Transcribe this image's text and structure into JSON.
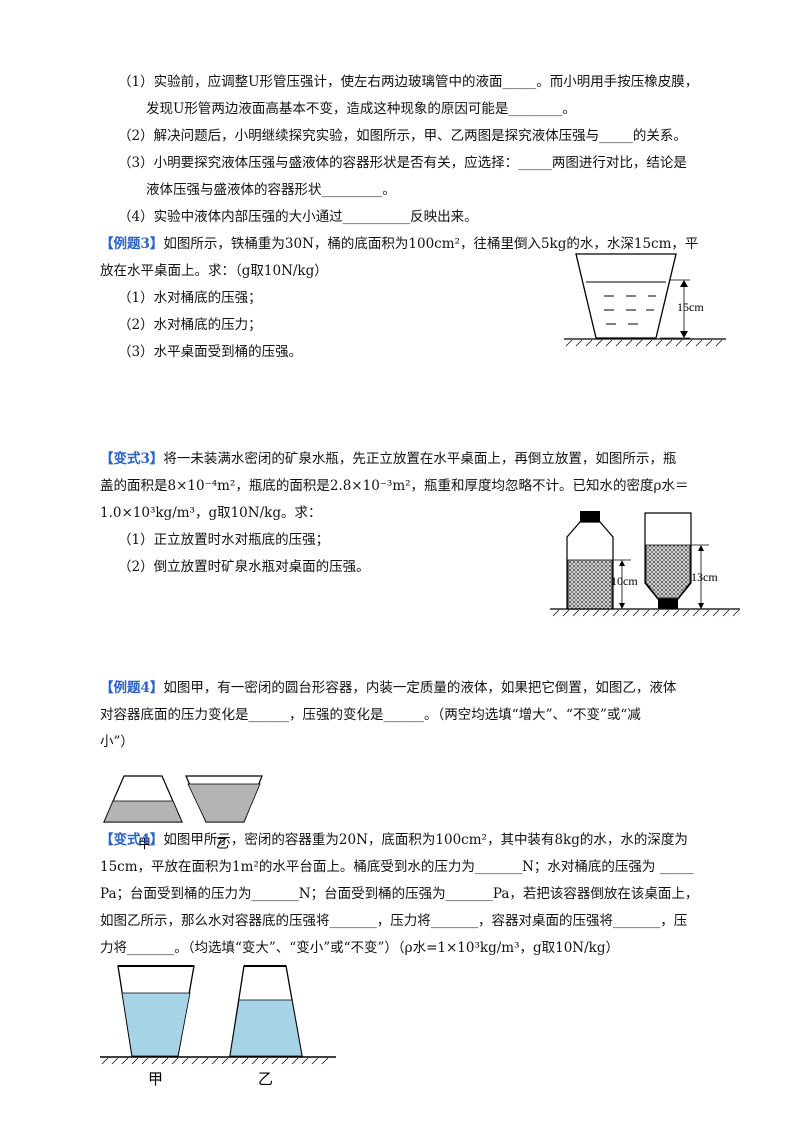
{
  "q1": {
    "l1": "（1）实验前，应调整U形管压强计，使左右两边玻璃管中的液面_____。而小明用手按压橡皮膜，",
    "l2": "发现U形管两边液面高基本不变，造成这种现象的原因可能是________。",
    "l3": "（2）解决问题后，小明继续探究实验，如图所示，甲、乙两图是探究液体压强与_____的关系。",
    "l4": "（3）小明要探究液体压强与盛液体的容器形状是否有关，应选择：_____两图进行对比，结论是",
    "l5": "液体压强与盛液体的容器形状_________。",
    "l6": "（4）实验中液体内部压强的大小通过__________反映出来。"
  },
  "ex3": {
    "tag": "【例题3】",
    "l1": "如图所示，铁桶重为30N，桶的底面积为100cm²，往桶里倒入5kg的水，水深15cm，平",
    "l2": "放在水平桌面上。求：（g取10N/kg）",
    "l3": "（1）水对桶底的压强；",
    "l4": "（2）水对桶底的压力；",
    "l5": "（3）水平桌面受到桶的压强。",
    "fig_label": "15cm"
  },
  "var3": {
    "tag": "【变式3】",
    "l1": "将一未装满水密闭的矿泉水瓶，先正立放置在水平桌面上，再倒立放置，如图所示，瓶",
    "l2": "盖的面积是8×10⁻⁴m²，瓶底的面积是2.8×10⁻³m²，瓶重和厚度均忽略不计。已知水的密度ρ水＝",
    "l3": "1.0×10³kg/m³，g取10N/kg。求：",
    "l4": "（1）正立放置时水对瓶底的压强；",
    "l5": "（2）倒立放置时矿泉水瓶对桌面的压强。",
    "label_a": "10cm",
    "label_b": "13cm"
  },
  "ex4": {
    "tag": "【例题4】",
    "l1": "如图甲，有一密闭的圆台形容器，内装一定质量的液体，如果把它倒置，如图乙，液体",
    "l2": "对容器底面的压力变化是______，压强的变化是______。（两空均选填“增大”、“不变”或“减",
    "l3": "小”）",
    "label_a": "甲",
    "label_b": "乙"
  },
  "var4": {
    "tag": "【变式4】",
    "l1": "如图甲所示，密闭的容器重为20N，底面积为100cm²，其中装有8kg的水，水的深度为",
    "l2": "15cm，平放在面积为1m²的水平台面上。桶底受到水的压力为_______N；水对桶底的压强为 _____",
    "l3": "Pa；台面受到桶的压力为_______N；台面受到桶的压强为_______Pa，若把该容器倒放在该桌面上，",
    "l4": "如图乙所示，那么水对容器底的压强将_______，压力将_______，容器对桌面的压强将_______，压",
    "l5": "力将_______。（均选填“变大”、“变小”或“不变”）（ρ水=1×10³kg/m³，g取10N/kg）",
    "label_a": "甲",
    "label_b": "乙"
  },
  "colors": {
    "tag": "#2b63c6",
    "water": "#a6d4e6",
    "liquid_gray": "#b4b4b4"
  }
}
